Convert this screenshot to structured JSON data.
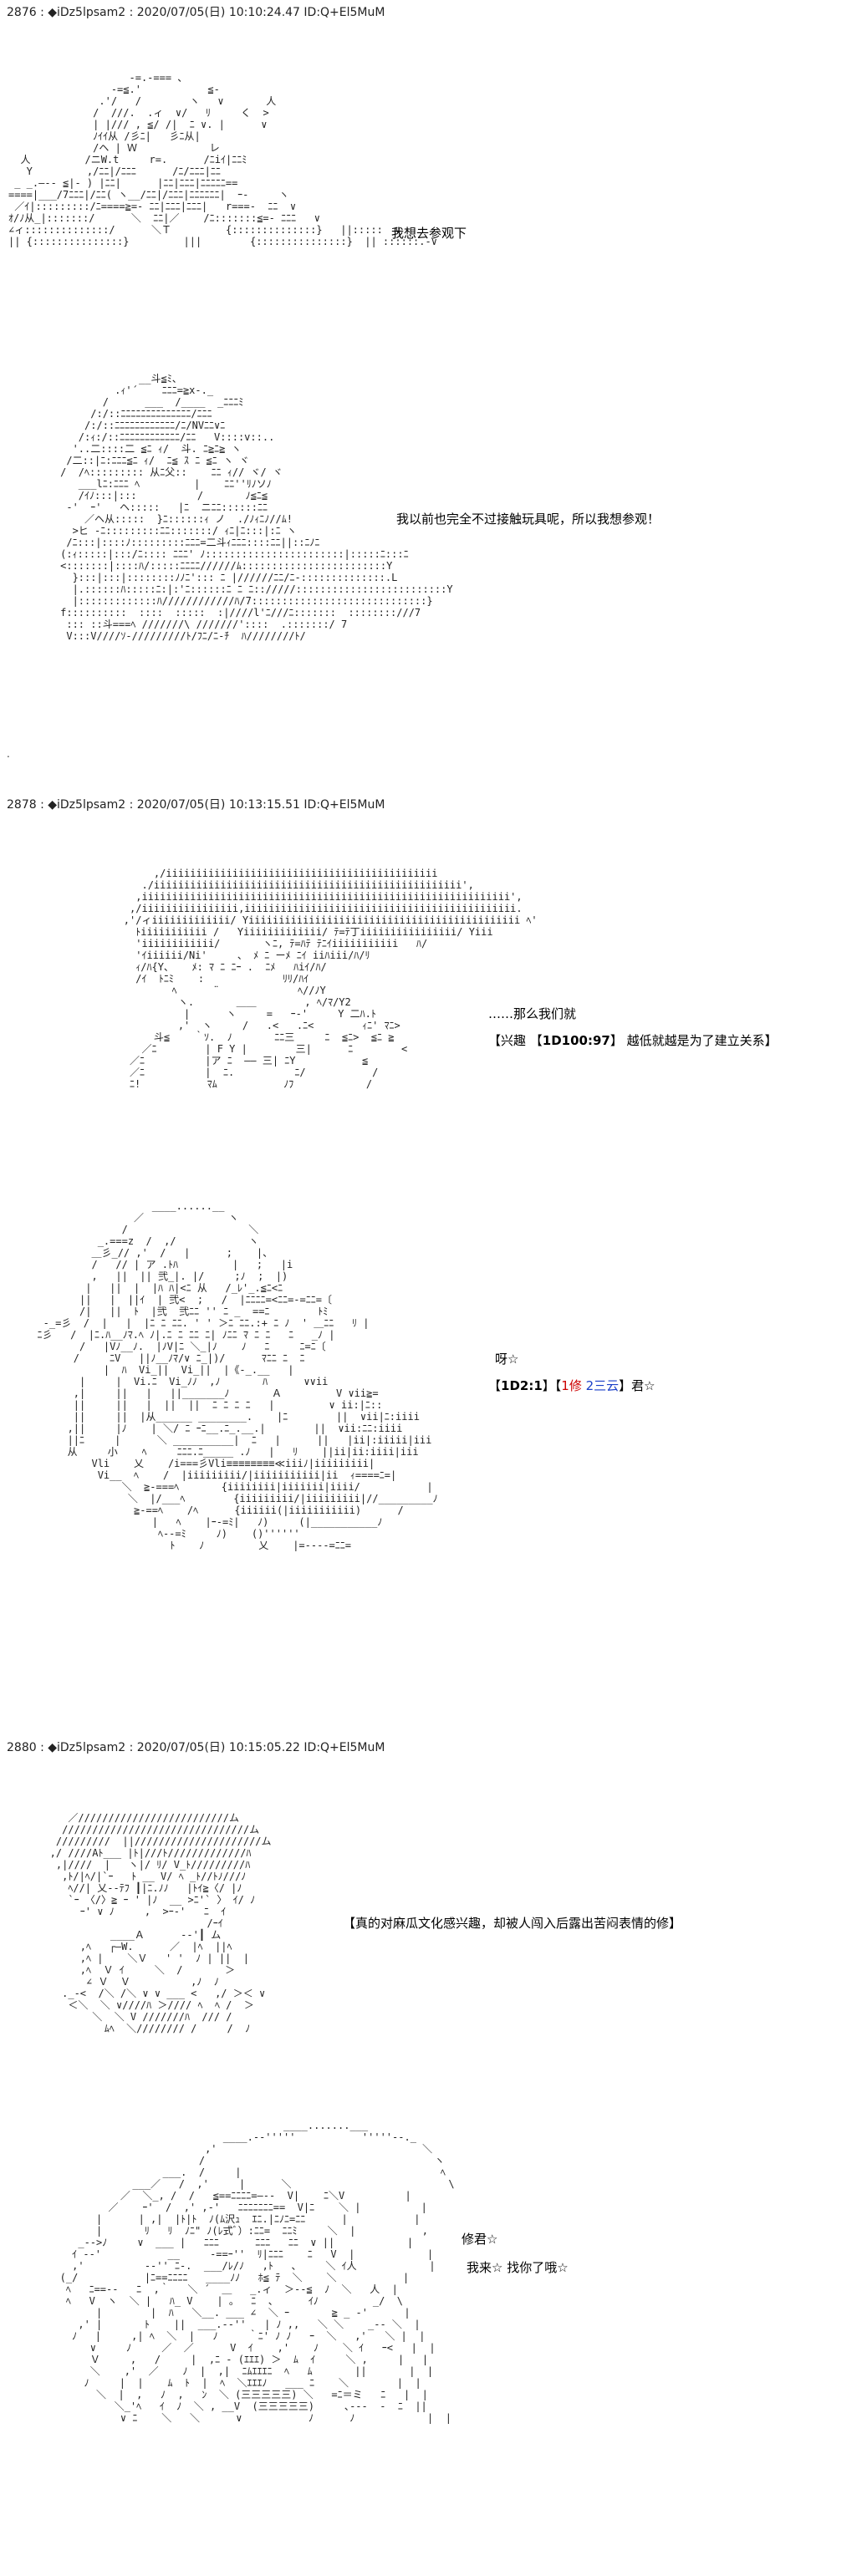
{
  "posts": [
    {
      "header": "2876 : ◆iDz5lpsam2 : 2020/07/05(日) 10:10:24.47 ID:Q+El5MuM",
      "lines": [
        {
          "text": "我想去参观下"
        },
        {
          "text": "我以前也完全不过接触玩具呢，所以我想参观！"
        }
      ]
    },
    {
      "header": "2878 : ◆iDz5lpsam2 : 2020/07/05(日) 10:13:15.51 ID:Q+El5MuM",
      "lines": [
        {
          "text": "……那么我们就"
        },
        {
          "prefix": "【兴趣 【",
          "roll": "1D100:97",
          "suffix": "】 越低就越是为了建立关系】"
        },
        {
          "text": "呀☆"
        },
        {
          "prefix": "【",
          "roll": "1D2:1",
          "mid": "】【",
          "red": "1修",
          "blue": "2三云",
          "suffix": "】君☆"
        }
      ]
    },
    {
      "header": "2880 : ◆iDz5lpsam2 : 2020/07/05(日) 10:15:05.22 ID:Q+El5MuM",
      "lines": [
        {
          "text": "【真的对麻瓜文化感兴趣，却被人闯入后露出苦闷表情的修】"
        },
        {
          "text": "修君☆"
        },
        {
          "text": "我来☆   找你了哦☆"
        }
      ]
    }
  ]
}
